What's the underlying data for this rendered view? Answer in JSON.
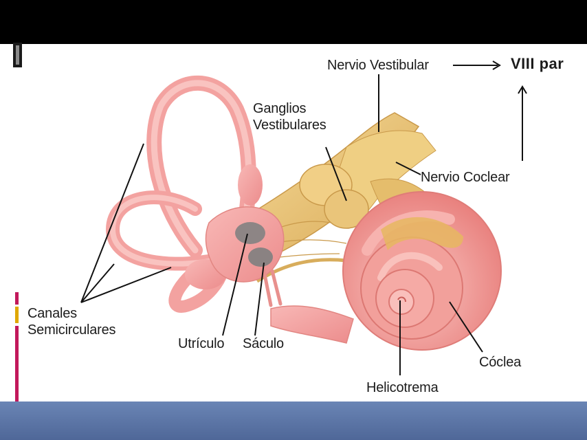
{
  "diagram": {
    "labels": {
      "nervio_vestibular": "Nervio Vestibular",
      "viii_par": "VIII par",
      "ganglios_line1": "Ganglios",
      "ganglios_line2": "Vestibulares",
      "nervio_coclear": "Nervio Coclear",
      "canales_line1": "Canales",
      "canales_line2": "Semicirculares",
      "utriculo": "Utrículo",
      "saculo": "Sáculo",
      "coclea": "Cóclea",
      "helicotrema": "Helicotrema"
    }
  },
  "colors": {
    "top_band": "#000000",
    "bottom_band": "#5a74a8",
    "labyrinth": "#f4a3a3",
    "nerve": "#e9c77a",
    "accent_magenta": "#c2185b",
    "accent_gold": "#e0a800"
  }
}
